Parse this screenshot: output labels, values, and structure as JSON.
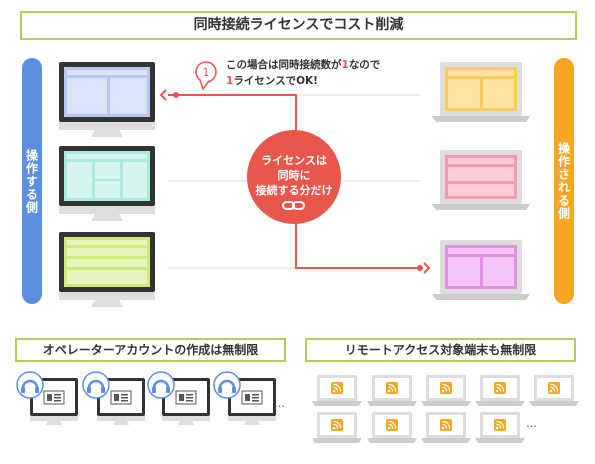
{
  "banners": {
    "top": "同時接続ライセンスでコスト削減",
    "bottom_left": "オペレーターアカウントの作成は無制限",
    "bottom_right": "リモートアクセス対象端末も無制限"
  },
  "sidebars": {
    "left": "操作する側",
    "right": "操作される側"
  },
  "callout": {
    "number": "1",
    "line1_pre": "この場合は同時接続数が",
    "line1_num": "1",
    "line1_post": "なので",
    "line2_num": "1",
    "line2_post": "ライセンスでOK!"
  },
  "circle": {
    "line1": "ライセンスは",
    "line2": "同時に",
    "line3": "接続する分だけ",
    "icon": "link-icon"
  },
  "ellipsis": "…",
  "colors": {
    "green": "#a9d257",
    "blue": "#5b8fe0",
    "orange": "#f5a623",
    "red": "#e9564b",
    "screen_blue": "#b9c8f2",
    "screen_teal": "#aee9e0",
    "screen_lime": "#cdea7a",
    "screen_orange": "#fbcb5b",
    "screen_pink": "#f59bb0",
    "screen_purple": "#e58ee9"
  }
}
